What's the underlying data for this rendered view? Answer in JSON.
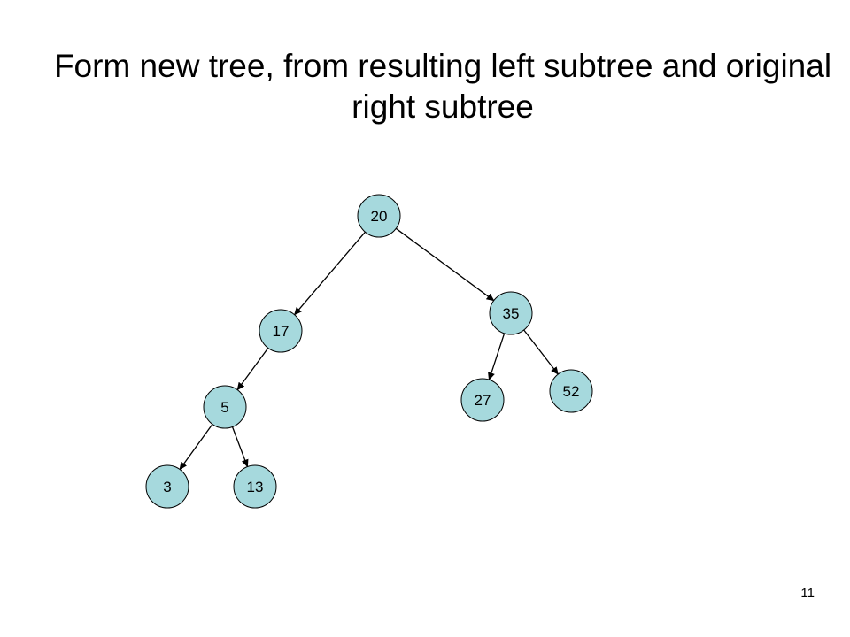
{
  "slide": {
    "title": "Form new tree, from resulting left subtree and original right subtree",
    "page_number": "11"
  },
  "tree": {
    "node_fill": "#a6d9dd",
    "node_stroke": "#000000",
    "edge_color": "#000000",
    "nodes": [
      {
        "id": "n20",
        "label": "20"
      },
      {
        "id": "n17",
        "label": "17"
      },
      {
        "id": "n35",
        "label": "35"
      },
      {
        "id": "n5",
        "label": "5"
      },
      {
        "id": "n27",
        "label": "27"
      },
      {
        "id": "n52",
        "label": "52"
      },
      {
        "id": "n3",
        "label": "3"
      },
      {
        "id": "n13",
        "label": "13"
      }
    ],
    "edges": [
      {
        "from": "n20",
        "to": "n17"
      },
      {
        "from": "n20",
        "to": "n35"
      },
      {
        "from": "n17",
        "to": "n5"
      },
      {
        "from": "n35",
        "to": "n27"
      },
      {
        "from": "n35",
        "to": "n52"
      },
      {
        "from": "n5",
        "to": "n3"
      },
      {
        "from": "n5",
        "to": "n13"
      }
    ]
  }
}
